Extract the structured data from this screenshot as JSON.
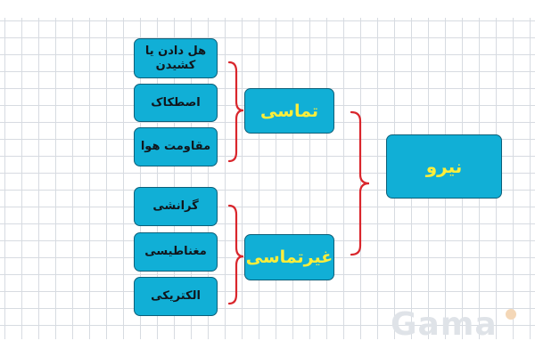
{
  "diagram": {
    "root": {
      "label": "نیرو"
    },
    "branches": [
      {
        "label": "تماسی",
        "items": [
          "هل دادن یا کشیدن",
          "اصطکاک",
          "مقاومت هوا"
        ]
      },
      {
        "label": "غیرتماسی",
        "items": [
          "گرانشی",
          "مغناطیسی",
          "الکتریکی"
        ]
      }
    ]
  },
  "watermark": {
    "text": "Gama"
  },
  "colors": {
    "box_fill": "#11afd6",
    "box_border": "#0c5f79",
    "branch_text": "#ffee3a",
    "bracket": "#d9262c",
    "grid_line": "#d7dbe1"
  }
}
